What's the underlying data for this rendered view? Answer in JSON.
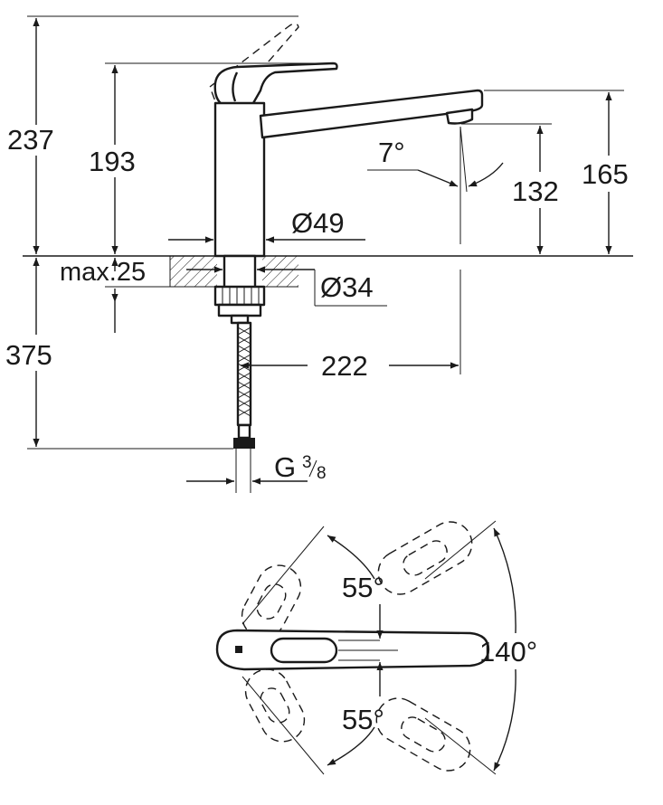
{
  "side_view": {
    "dimensions": {
      "total_height_above": "237",
      "body_height": "193",
      "spout_height": "165",
      "spout_outlet_height": "132",
      "spout_angle": "7°",
      "body_diameter": "Ø49",
      "mounting_diameter": "Ø34",
      "max_deck_thickness": "max.25",
      "hose_length": "375",
      "spout_reach": "222",
      "connection_thread": "G",
      "thread_numerator": "3",
      "thread_denominator": "8"
    }
  },
  "top_view": {
    "dimensions": {
      "lever_angle_upper": "55°",
      "lever_angle_lower": "55°",
      "lever_total_angle": "140°"
    }
  }
}
